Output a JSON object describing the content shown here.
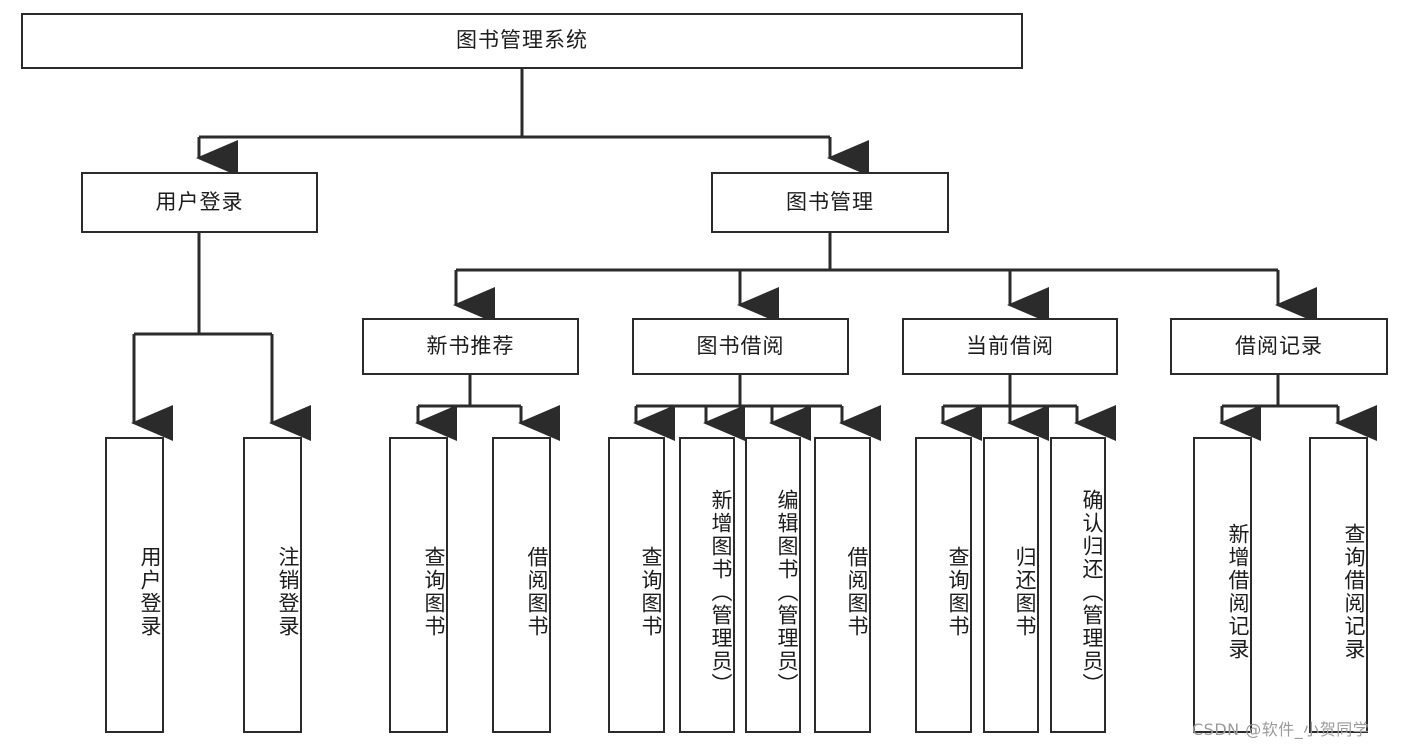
{
  "diagram": {
    "title": "图书管理系统",
    "type": "tree-hierarchy-diagram",
    "colors": {
      "border": "#2b2b2b",
      "background": "#ffffff",
      "text": "#1c1c1c",
      "watermark": "#9a9a9a"
    },
    "root": {
      "label": "图书管理系统"
    },
    "level2": [
      {
        "label": "用户登录"
      },
      {
        "label": "图书管理"
      }
    ],
    "level3": [
      {
        "label": "新书推荐"
      },
      {
        "label": "图书借阅"
      },
      {
        "label": "当前借阅"
      },
      {
        "label": "借阅记录"
      }
    ],
    "leaves": {
      "user_login": [
        {
          "label": "用户登录"
        },
        {
          "label": "注销登录"
        }
      ],
      "new_book_recommend": [
        {
          "label": "查询图书"
        },
        {
          "label": "借阅图书"
        }
      ],
      "book_borrow": [
        {
          "label": "查询图书"
        },
        {
          "label": "新增图书（管理员）"
        },
        {
          "label": "编辑图书（管理员）"
        },
        {
          "label": "借阅图书"
        }
      ],
      "current_borrow": [
        {
          "label": "查询图书"
        },
        {
          "label": "归还图书"
        },
        {
          "label": "确认归还（管理员）"
        }
      ],
      "borrow_record": [
        {
          "label": "新增借阅记录"
        },
        {
          "label": "查询借阅记录"
        }
      ]
    }
  },
  "watermark": {
    "text": "CSDN @软件_小贺同学"
  }
}
